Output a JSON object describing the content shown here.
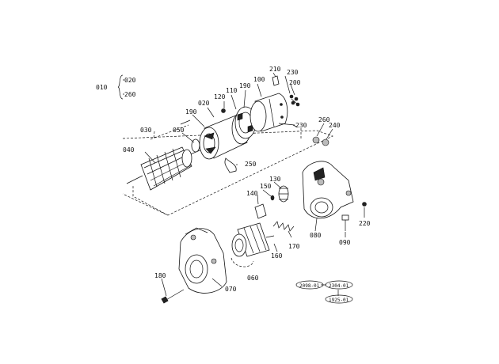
{
  "labels": {
    "p010": "010",
    "p020a": "020",
    "p260a": "260",
    "p020": "020",
    "p030": "030",
    "p040": "040",
    "p050": "050",
    "p060": "060",
    "p070": "070",
    "p080": "080",
    "p090": "090",
    "p100": "100",
    "p110": "110",
    "p120": "120",
    "p130": "130",
    "p140": "140",
    "p150": "150",
    "p160": "160",
    "p170": "170",
    "p180": "180",
    "p190a": "190",
    "p190b": "190",
    "p200": "200",
    "p210": "210",
    "p220": "220",
    "p230a": "230",
    "p230b": "230",
    "p240": "240",
    "p250": "250",
    "p260": "260"
  },
  "codes": {
    "c1": "2098-01",
    "c2": "2304-01",
    "c3": "1925-01"
  },
  "colors": {
    "ink": "#111111",
    "paper": "#ffffff"
  }
}
